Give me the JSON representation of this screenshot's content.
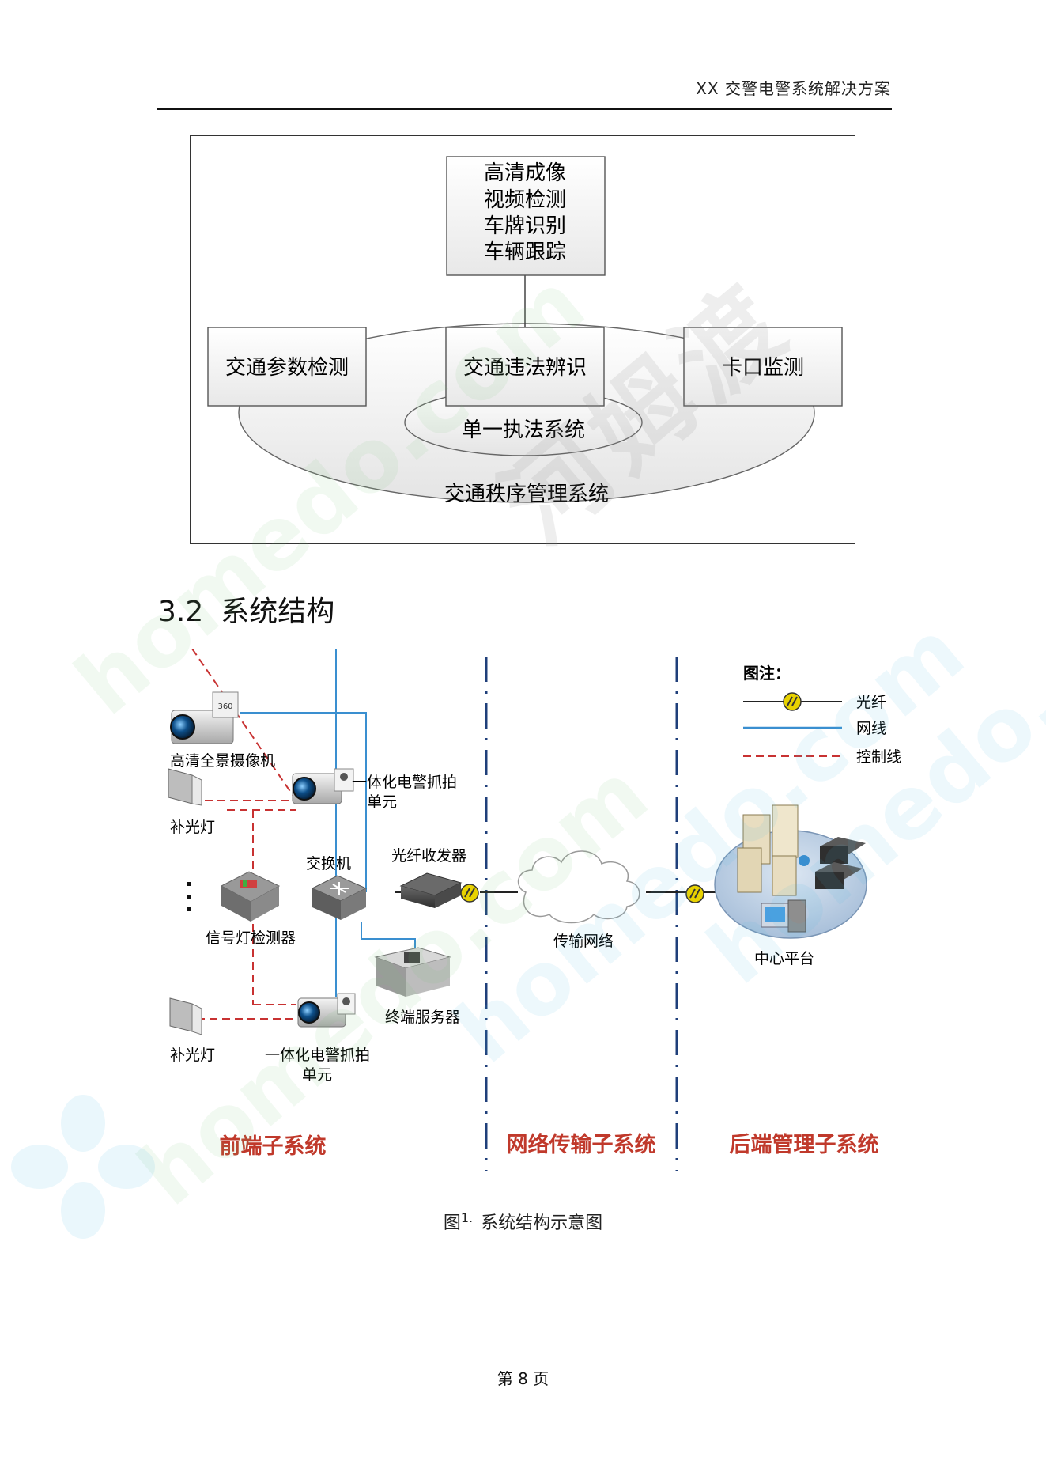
{
  "header": {
    "title": "XX 交警电警系统解决方案"
  },
  "concept_diagram": {
    "top_box_lines": [
      "高清成像",
      "视频检测",
      "车牌识别",
      "车辆跟踪"
    ],
    "left_box": "交通参数检测",
    "center_box": "交通违法辨识",
    "right_box": "卡口监测",
    "inner_ellipse": "单一执法系统",
    "outer_ellipse": "交通秩序管理系统"
  },
  "section": {
    "number": "3.2",
    "title": "系统结构"
  },
  "structure_diagram": {
    "legend": {
      "title": "图注：",
      "fiber": "光纤",
      "network": "网线",
      "control": "控制线",
      "fiber_color": "#e8d200",
      "network_color": "#3a8fd0",
      "control_color": "#c83232"
    },
    "devices": {
      "panoramic_camera": "高清全景摄像机",
      "capture_unit_top_line1": "一体化电警抓拍",
      "capture_unit_top_line2": "单元",
      "fill_light_top": "补光灯",
      "switch": "交换机",
      "fiber_transceiver": "光纤收发器",
      "signal_detector": "信号灯检测器",
      "terminal_server": "终端服务器",
      "fill_light_bottom": "补光灯",
      "capture_unit_bottom_line1": "一体化电警抓拍",
      "capture_unit_bottom_line2": "单元",
      "transport_network": "传输网络",
      "center_platform": "中心平台"
    },
    "subsystems": {
      "front": "前端子系统",
      "network": "网络传输子系统",
      "back": "后端管理子系统",
      "color": "#c0392b"
    }
  },
  "caption": {
    "prefix": "图",
    "number": "1.",
    "text": "系统结构示意图"
  },
  "page_number": "第 8 页",
  "watermark": {
    "cn": "河姆渡",
    "en": "homedo.com"
  }
}
